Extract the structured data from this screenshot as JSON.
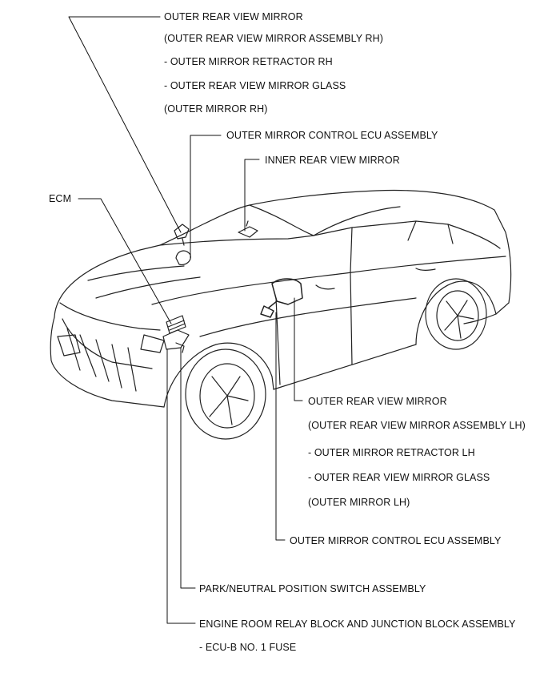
{
  "labels": {
    "rh_mirror": {
      "lines": [
        "OUTER REAR VIEW MIRROR",
        "(OUTER REAR VIEW MIRROR ASSEMBLY RH)",
        "- OUTER MIRROR RETRACTOR RH",
        "- OUTER REAR VIEW MIRROR GLASS",
        "(OUTER MIRROR RH)"
      ]
    },
    "mirror_ecu_rh": "OUTER MIRROR CONTROL ECU ASSEMBLY",
    "inner_mirror": "INNER REAR VIEW MIRROR",
    "ecm": "ECM",
    "lh_mirror": {
      "lines": [
        "OUTER REAR VIEW MIRROR",
        "(OUTER REAR VIEW MIRROR ASSEMBLY LH)",
        "- OUTER MIRROR RETRACTOR LH",
        "- OUTER REAR VIEW MIRROR GLASS",
        "(OUTER MIRROR LH)"
      ]
    },
    "mirror_ecu_lh": "OUTER MIRROR CONTROL ECU ASSEMBLY",
    "pn_switch": "PARK/NEUTRAL POSITION SWITCH ASSEMBLY",
    "relay_block": "ENGINE ROOM RELAY BLOCK AND JUNCTION BLOCK ASSEMBLY",
    "fuse": "- ECU-B NO. 1 FUSE"
  },
  "colors": {
    "ink": "#111111",
    "background": "#ffffff"
  }
}
